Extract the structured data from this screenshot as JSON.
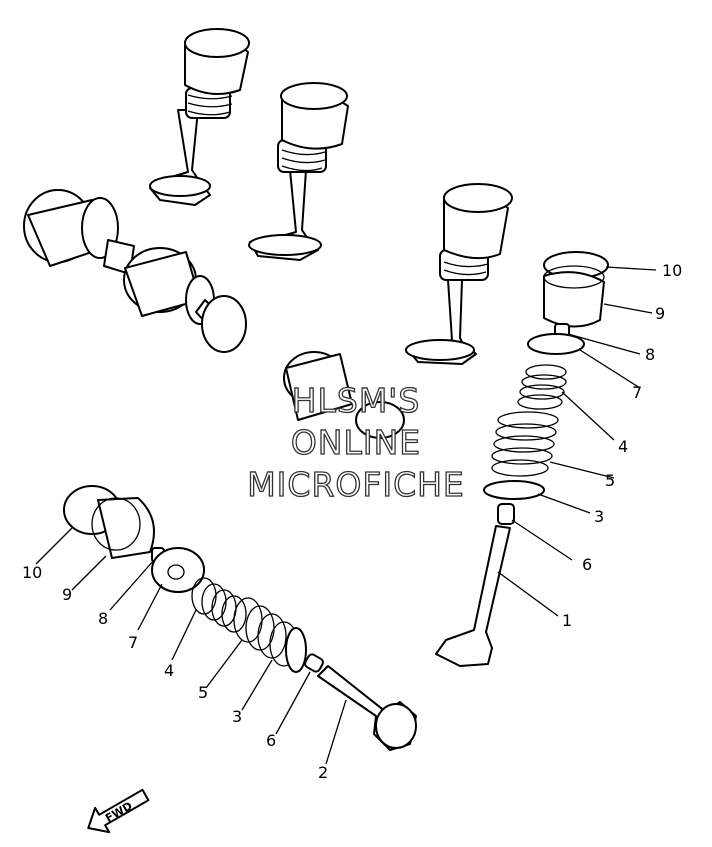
{
  "callouts": [
    {
      "id": "r10",
      "text": "10"
    },
    {
      "id": "r9",
      "text": "9"
    },
    {
      "id": "r8",
      "text": "8"
    },
    {
      "id": "r7",
      "text": "7"
    },
    {
      "id": "r4",
      "text": "4"
    },
    {
      "id": "r5",
      "text": "5"
    },
    {
      "id": "r3",
      "text": "3"
    },
    {
      "id": "r6",
      "text": "6"
    },
    {
      "id": "r1",
      "text": "1"
    },
    {
      "id": "l10",
      "text": "10"
    },
    {
      "id": "l9",
      "text": "9"
    },
    {
      "id": "l8",
      "text": "8"
    },
    {
      "id": "l7",
      "text": "7"
    },
    {
      "id": "l4",
      "text": "4"
    },
    {
      "id": "l5",
      "text": "5"
    },
    {
      "id": "l3",
      "text": "3"
    },
    {
      "id": "l6",
      "text": "6"
    },
    {
      "id": "l2",
      "text": "2"
    }
  ],
  "watermark": {
    "line1": "HLSM'S",
    "line2": "ONLINE",
    "line3": "MICROFICHE"
  },
  "direction_arrow": {
    "label": "FWD"
  }
}
